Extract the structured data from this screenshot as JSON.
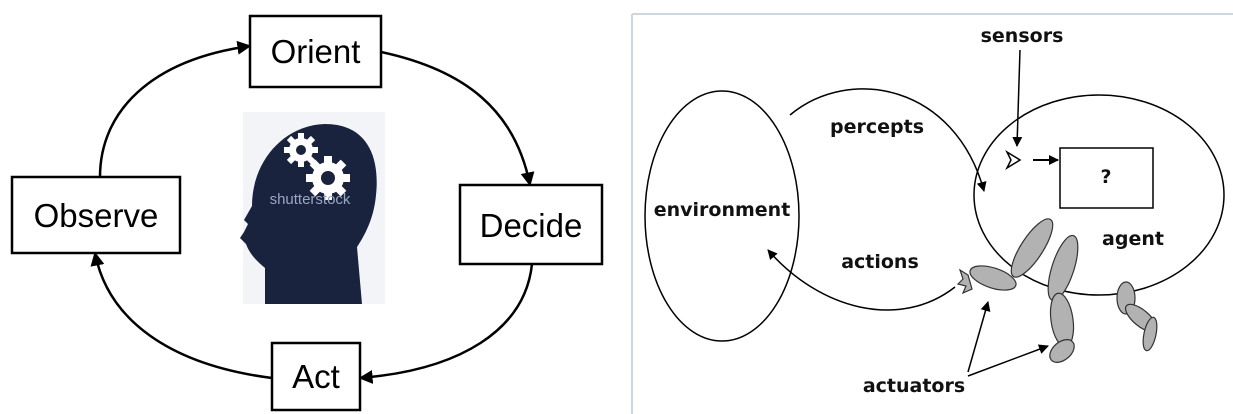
{
  "ooda": {
    "observe": "Observe",
    "orient": "Orient",
    "decide": "Decide",
    "act": "Act",
    "watermark": "shutterstock"
  },
  "agent_diagram": {
    "sensors": "sensors",
    "percepts": "percepts",
    "environment": "environment",
    "actions": "actions",
    "agent": "agent",
    "unknown": "?",
    "actuators": "actuators"
  },
  "icons": {
    "head": "head-with-gears-icon",
    "gear": "gear-icon",
    "sensor": "sensor-icon",
    "leg": "leg-icon"
  },
  "colors": {
    "head_fill": "#19233d",
    "head_bg": "#f2f4f8",
    "limb_fill": "#b2b2b2"
  }
}
